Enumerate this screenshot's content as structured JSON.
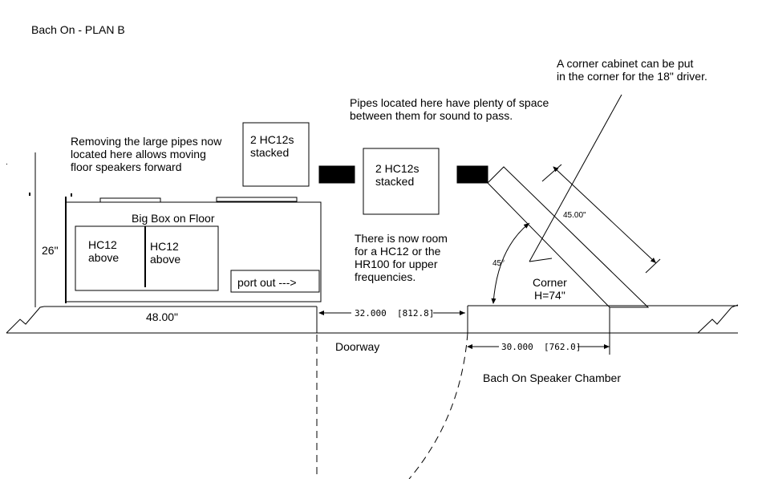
{
  "title": "Bach On - PLAN B",
  "notes": {
    "corner_cabinet": "A corner cabinet can be put\nin the corner for the 18\" driver.",
    "pipes_space": "Pipes located here have plenty of space\nbetween them for sound to pass.",
    "removing_pipes": "Removing the large pipes now\nlocated here allows moving\nfloor speakers forward",
    "room_for": "There is now room\nfor a HC12 or the\nHR100 for upper\nfrequencies."
  },
  "labels": {
    "hc12s_left": "2 HC12s\nstacked",
    "hc12s_center": "2 HC12s\nstacked",
    "big_box": "Big Box on Floor",
    "hc12_above_left": "HC12\nabove",
    "hc12_above_right": "HC12\nabove",
    "port_out": "port out --->",
    "corner": "Corner\nH=74\"",
    "doorway": "Doorway",
    "chamber": "Bach On Speaker Chamber"
  },
  "dimensions": {
    "height_26": "26\"",
    "width_48": "48.00\"",
    "door_32": "32.000  [812.8]",
    "corner_30": "30.000  [762.0]",
    "diag_45": "45.00\"",
    "angle_45": "45°"
  }
}
